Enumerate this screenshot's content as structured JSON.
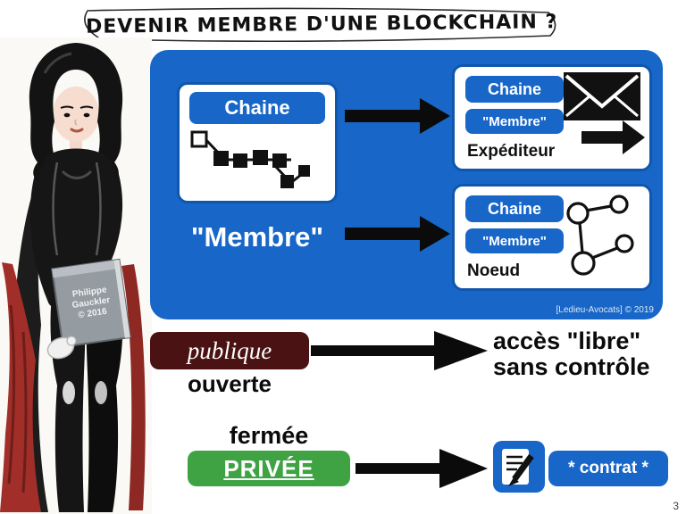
{
  "page": {
    "title": "DEVENIR MEMBRE D'UNE BLOCKCHAIN ?",
    "page_number": "3",
    "credit": "[Ledieu-Avocats] © 2019"
  },
  "illustration": {
    "credit": "Philippe\nGauckler\n© 2016"
  },
  "diagram": {
    "chain_label": "Chaine",
    "member_label": "\"Membre\"",
    "sender": {
      "chain": "Chaine",
      "member": "\"Membre\"",
      "role": "Expéditeur"
    },
    "node": {
      "chain": "Chaine",
      "member": "\"Membre\"",
      "role": "Noeud"
    }
  },
  "public_row": {
    "badge": "publique",
    "state": "ouverte",
    "result_line1": "accès \"libre\"",
    "result_line2": "sans contrôle"
  },
  "private_row": {
    "state": "fermée",
    "badge": "PRIVÉE",
    "result": "* contrat *"
  },
  "icons": {
    "bubble": "speech-bubble",
    "blockchain": "blockchain-diagram-icon",
    "envelope": "envelope-icon",
    "network": "network-nodes-icon",
    "arrow": "arrow-right-icon",
    "document": "document-pencil-icon"
  },
  "colors": {
    "blue": "#1766c8",
    "maroon": "#4a1212",
    "green": "#3fa344",
    "black": "#0b0b0b"
  }
}
